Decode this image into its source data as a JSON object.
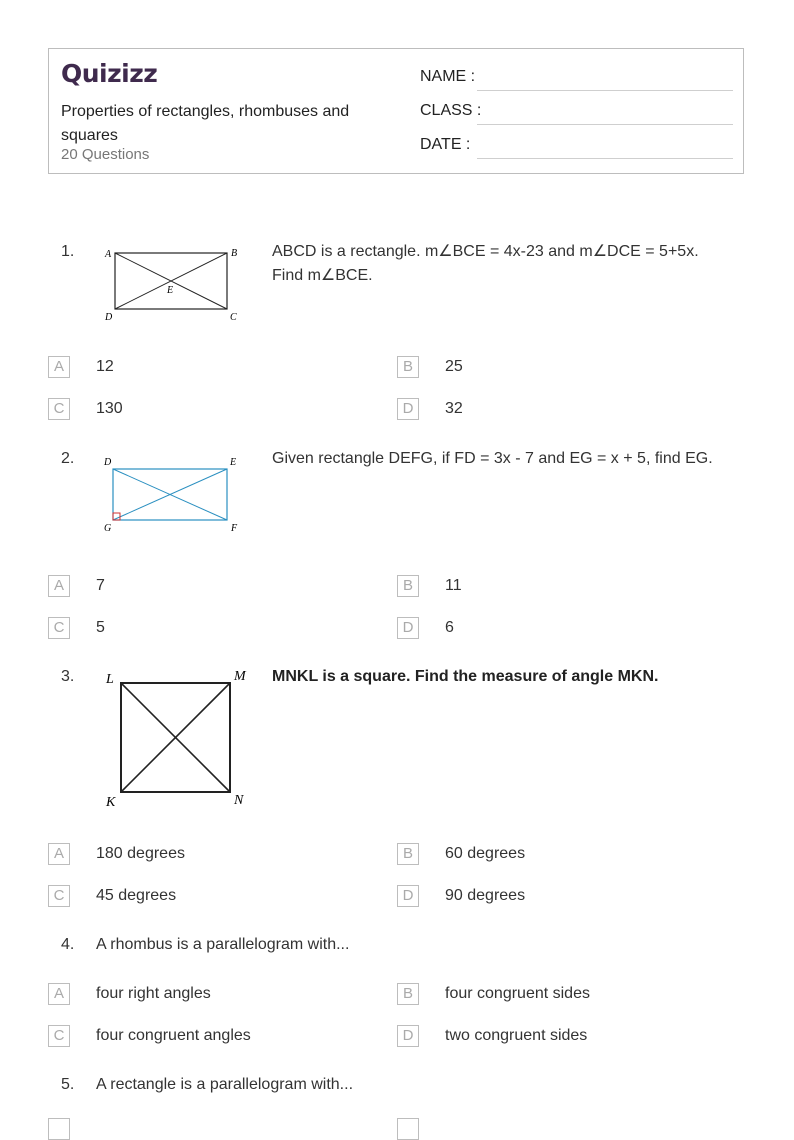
{
  "header": {
    "logo": "Quizizz",
    "title": "Properties of rectangles, rhombuses and squares",
    "count": "20 Questions",
    "name_label": "NAME :",
    "class_label": "CLASS :",
    "date_label": "DATE  :"
  },
  "questions": [
    {
      "number": "1.",
      "text": "ABCD is a rectangle.  m∠BCE = 4x-23 and m∠DCE = 5+5x.  Find m∠BCE.",
      "figure_labels": [
        "A",
        "B",
        "C",
        "D",
        "E"
      ],
      "options": [
        {
          "letter": "A",
          "text": "12"
        },
        {
          "letter": "B",
          "text": "25"
        },
        {
          "letter": "C",
          "text": "130"
        },
        {
          "letter": "D",
          "text": "32"
        }
      ]
    },
    {
      "number": "2.",
      "text": "Given rectangle DEFG, if FD = 3x - 7 and EG = x + 5, find EG.",
      "figure_labels": [
        "D",
        "E",
        "F",
        "G"
      ],
      "options": [
        {
          "letter": "A",
          "text": "7"
        },
        {
          "letter": "B",
          "text": "11"
        },
        {
          "letter": "C",
          "text": "5"
        },
        {
          "letter": "D",
          "text": "6"
        }
      ]
    },
    {
      "number": "3.",
      "text": "MNKL is a square. Find the measure of angle MKN.",
      "figure_labels": [
        "L",
        "M",
        "K",
        "N"
      ],
      "options": [
        {
          "letter": "A",
          "text": "180 degrees"
        },
        {
          "letter": "B",
          "text": "60 degrees"
        },
        {
          "letter": "C",
          "text": "45 degrees"
        },
        {
          "letter": "D",
          "text": "90 degrees"
        }
      ]
    },
    {
      "number": "4.",
      "text": "A rhombus is a parallelogram with...",
      "options": [
        {
          "letter": "A",
          "text": "four right angles"
        },
        {
          "letter": "B",
          "text": "four congruent sides"
        },
        {
          "letter": "C",
          "text": "four congruent angles"
        },
        {
          "letter": "D",
          "text": "two congruent sides"
        }
      ]
    },
    {
      "number": "5.",
      "text": "A rectangle is a parallelogram with..."
    }
  ]
}
